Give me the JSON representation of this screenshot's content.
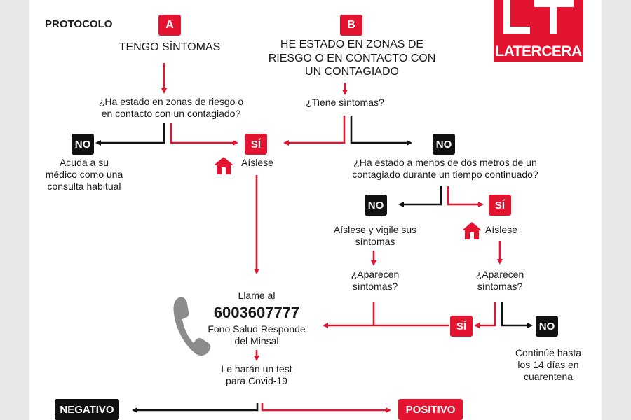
{
  "header": {
    "title": "PROTOCOLO"
  },
  "logo": {
    "brand": "LATERCERA",
    "monogram": "LT"
  },
  "branch_a": {
    "badge": "A",
    "text": "TENGO SÍNTOMAS",
    "question": "¿Ha estado en zonas de riesgo o\nen contacto con un contagiado?"
  },
  "branch_b": {
    "badge": "B",
    "text": "HE ESTADO EN ZONAS DE\nRIESGO O EN CONTACTO CON\nUN CONTAGIADO",
    "question": "¿Tiene síntomas?"
  },
  "outcomes": {
    "no_1": {
      "badge": "NO",
      "text": "Acuda a su\nmédico como una\nconsulta habitual"
    },
    "si_1": {
      "badge": "SÍ",
      "text": "Aíslese"
    },
    "no_2": {
      "badge": "NO",
      "question": "¿Ha estado a menos de dos metros de un\ncontagiado durante un tiempo continuado?"
    },
    "no_3": {
      "badge": "NO",
      "text": "Aíslese y vigile sus\nsíntomas",
      "question": "¿Aparecen\nsíntomas?"
    },
    "si_3": {
      "badge": "SÍ",
      "text": "Aíslese",
      "question": "¿Aparecen\nsíntomas?"
    },
    "si_4": {
      "badge": "SÍ"
    },
    "no_4": {
      "badge": "NO",
      "text": "Continúe hasta\nlos 14 días en\ncuarentena"
    }
  },
  "call": {
    "label": "Llame al",
    "number": "6003607777",
    "service": "Fono Salud Responde\ndel Minsal",
    "test": "Le harán un test\npara Covid-19"
  },
  "results": {
    "negative": "NEGATIVO",
    "positive": "POSITIVO"
  },
  "colors": {
    "red": "#e3142f",
    "black": "#111111",
    "gray": "#8c8c8c"
  },
  "icons": [
    "home-icon",
    "phone-icon"
  ]
}
